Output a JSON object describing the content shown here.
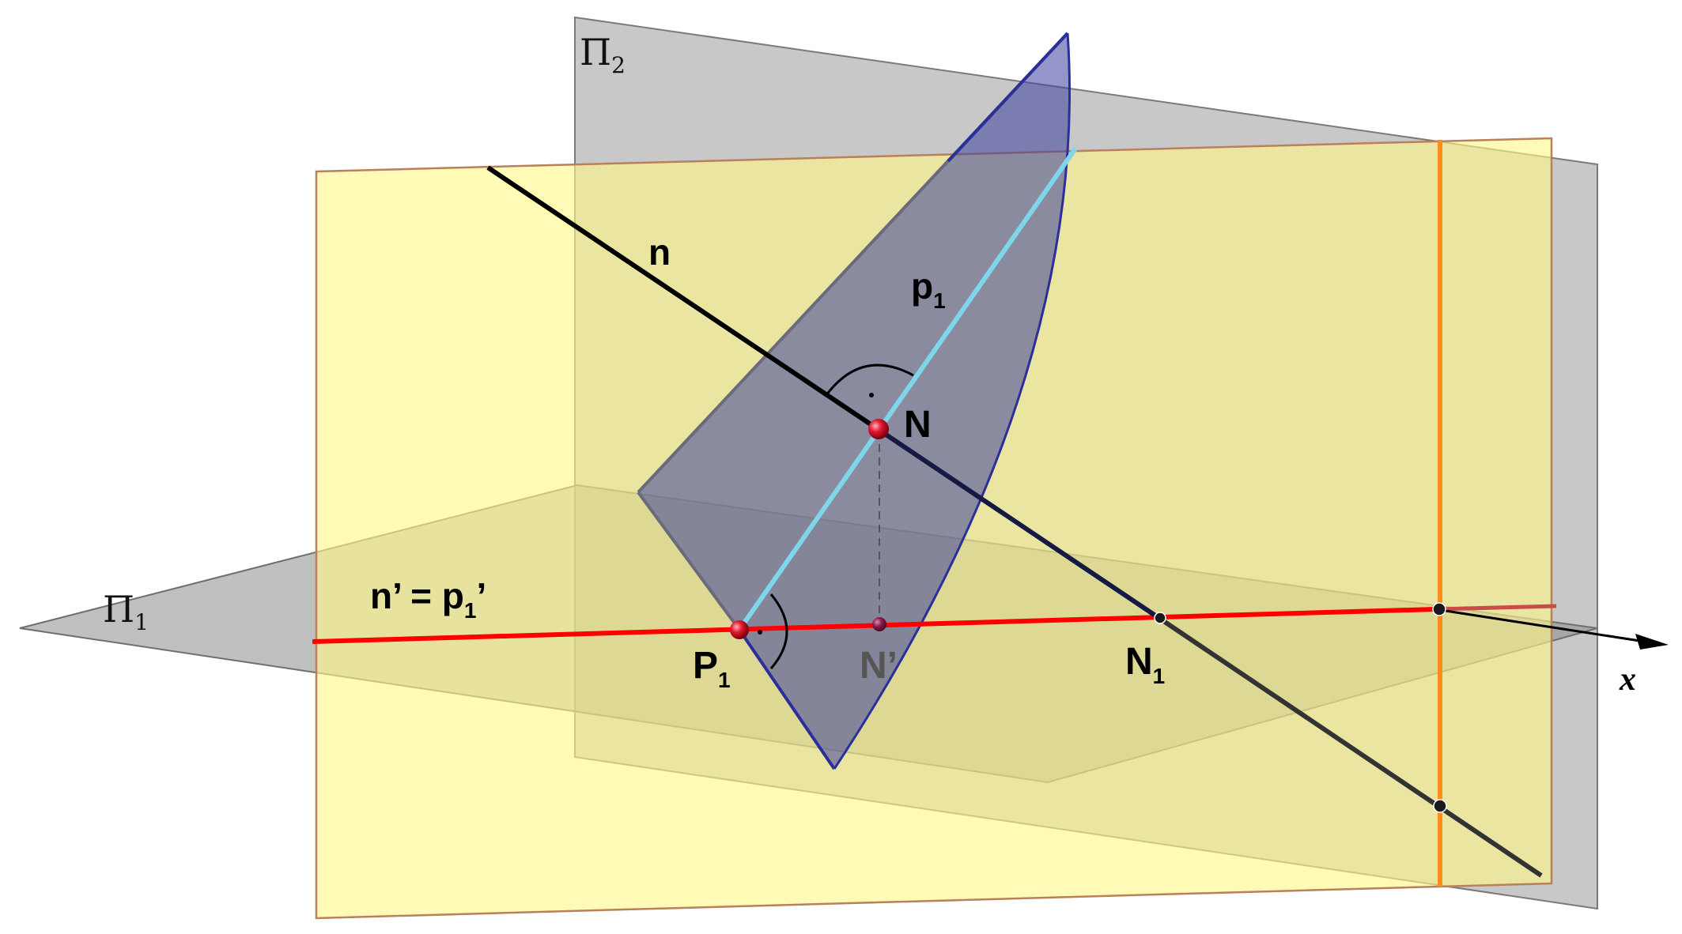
{
  "labels": {
    "pi2": {
      "main": "Π",
      "sub": "2"
    },
    "pi1": {
      "main": "Π",
      "sub": "1"
    },
    "n": "n",
    "p1": {
      "main": "p",
      "sub": "1"
    },
    "N": "N",
    "n_prime_eq": {
      "main": "n’ = p",
      "sub": "1",
      "tail": "’"
    },
    "P1": {
      "main": "P",
      "sub": "1"
    },
    "N_prime": "N’",
    "N1": {
      "main": "N",
      "sub": "1"
    },
    "x_axis": "x"
  },
  "colors": {
    "horizontal_plane": "#8a8a8a",
    "vertical_plane": "#9a9a9a",
    "yellow_plane": "#fff98a",
    "yellow_plane_border": "#b9805a",
    "sector": "#3d3f9c",
    "line_n": "#000000",
    "line_p1": "#7fd6ea",
    "line_trace": "#ff0000",
    "line_orange": "#ff8c1a",
    "point_red": "#d9152a",
    "point_nprime": "#8b1a4a"
  }
}
